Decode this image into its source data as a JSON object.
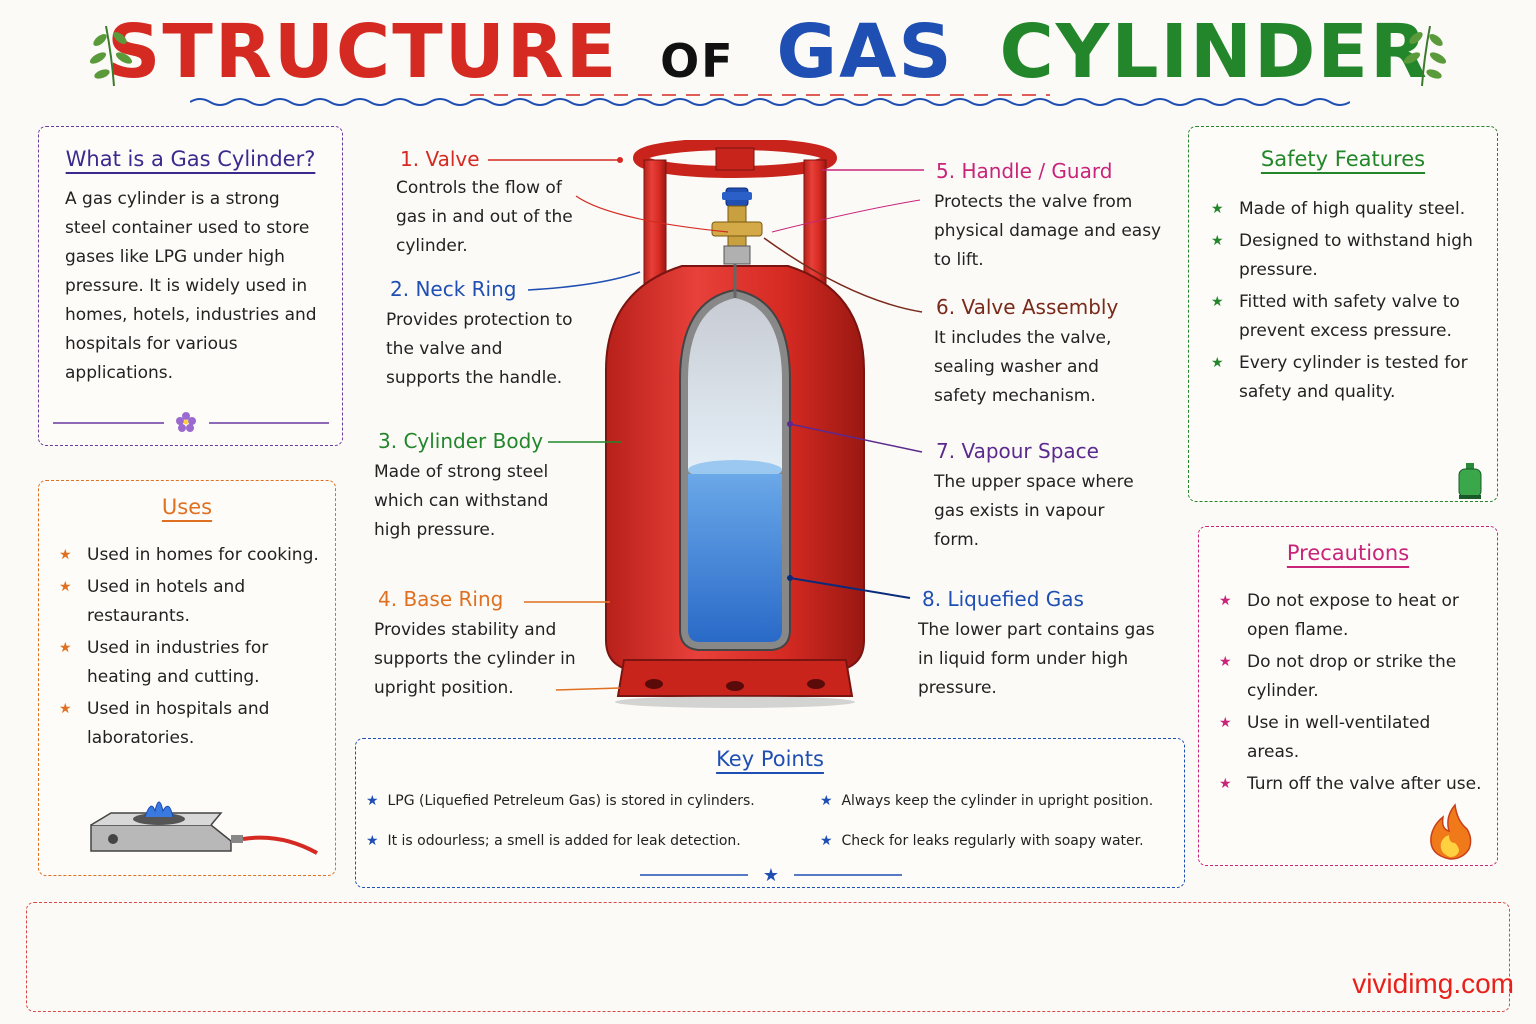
{
  "title": {
    "part1": "STRUCTURE",
    "part2": "OF",
    "part3": "GAS",
    "part4": "CYLINDER"
  },
  "what": {
    "title": "What is a Gas Cylinder?",
    "text": "A gas cylinder is a strong steel container used to store gases like LPG under high pressure. It is widely used in homes, hotels, industries and hospitals for various applications."
  },
  "uses": {
    "title": "Uses",
    "items": [
      "Used in homes for cooking.",
      "Used in hotels and restaurants.",
      "Used in industries for heating and cutting.",
      "Used in hospitals and laboratories."
    ]
  },
  "safety": {
    "title": "Safety Features",
    "items": [
      "Made of high quality steel.",
      "Designed to withstand high pressure.",
      "Fitted with safety valve to prevent excess pressure.",
      "Every cylinder is tested for safety and quality."
    ]
  },
  "precautions": {
    "title": "Precautions",
    "items": [
      "Do not expose to heat or open flame.",
      "Do not drop or strike the cylinder.",
      "Use in well-ventilated areas.",
      "Turn off the valve after use."
    ]
  },
  "keypoints": {
    "title": "Key Points",
    "items": [
      "LPG (Liquefied Petreleum Gas) is stored in cylinders.",
      "Always keep the cylinder in upright position.",
      "It is odourless; a smell is added for leak detection.",
      "Check for leaks regularly with soapy water."
    ]
  },
  "parts": [
    {
      "title": "1. Valve",
      "desc": "Controls the flow of gas in and out of the cylinder."
    },
    {
      "title": "2. Neck Ring",
      "desc": "Provides protection to the valve and supports the handle."
    },
    {
      "title": "3. Cylinder Body",
      "desc": "Made of strong steel which can withstand high pressure."
    },
    {
      "title": "4. Base Ring",
      "desc": "Provides stability and supports the cylinder in upright position."
    },
    {
      "title": "5. Handle / Guard",
      "desc": "Protects the valve from physical damage and easy to lift."
    },
    {
      "title": "6. Valve Assembly",
      "desc": "It includes the valve, sealing washer and safety mechanism."
    },
    {
      "title": "7. Vapour Space",
      "desc": "The upper space where gas exists in vapour form."
    },
    {
      "title": "8. Liquefied Gas",
      "desc": "The lower part contains gas in liquid form under high pressure."
    }
  ],
  "icons": {
    "leaf": "leaf-icon",
    "flower": "flower-icon",
    "stove": "gas-stove-icon",
    "mini_cylinder": "mini-cylinder-icon",
    "fire": "fire-icon",
    "star": "star-icon"
  },
  "colors": {
    "red": "#d42a22",
    "blue": "#1f4fb3",
    "green": "#23862b",
    "purple": "#5b2a8e",
    "orange": "#e07020",
    "pink": "#c8247a",
    "maroon": "#7a2a1a"
  },
  "watermark": "vividimg.com"
}
